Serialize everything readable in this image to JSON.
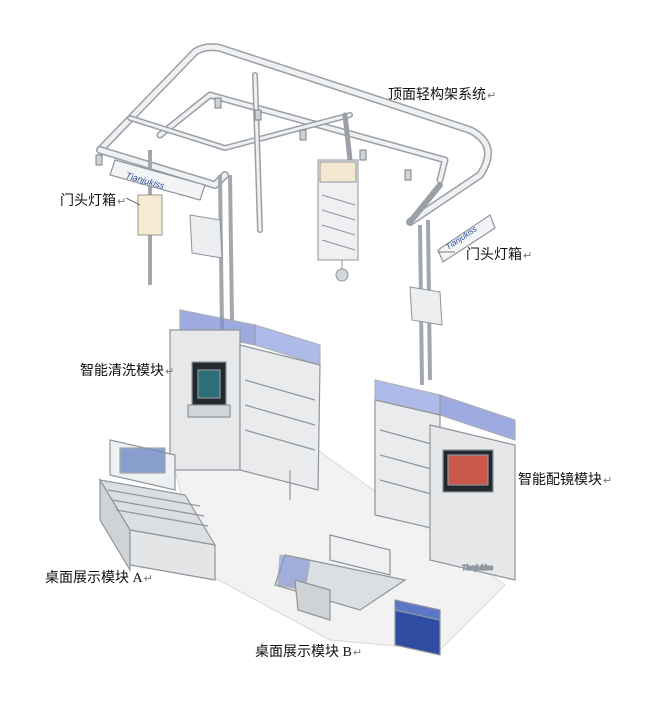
{
  "labels": {
    "roof_system": "顶面轻构架系统",
    "door_lightbox_left": "门头灯箱",
    "door_lightbox_right": "门头灯箱",
    "cleaning_module": "智能清洗模块",
    "fitting_module": "智能配镜模块",
    "desk_display_a": "桌面展示模块 A",
    "desk_display_b": "桌面展示模块 B",
    "return_mark": "↵"
  },
  "logo_text": "Tianjukiss",
  "colors": {
    "frame": "#e6e8ea",
    "frame_stroke": "#9aa0a6",
    "glass": "#7d8fd6",
    "floor": "#f1f1f1",
    "cabinet": "#e4e4e4",
    "screen": "#222a30"
  }
}
